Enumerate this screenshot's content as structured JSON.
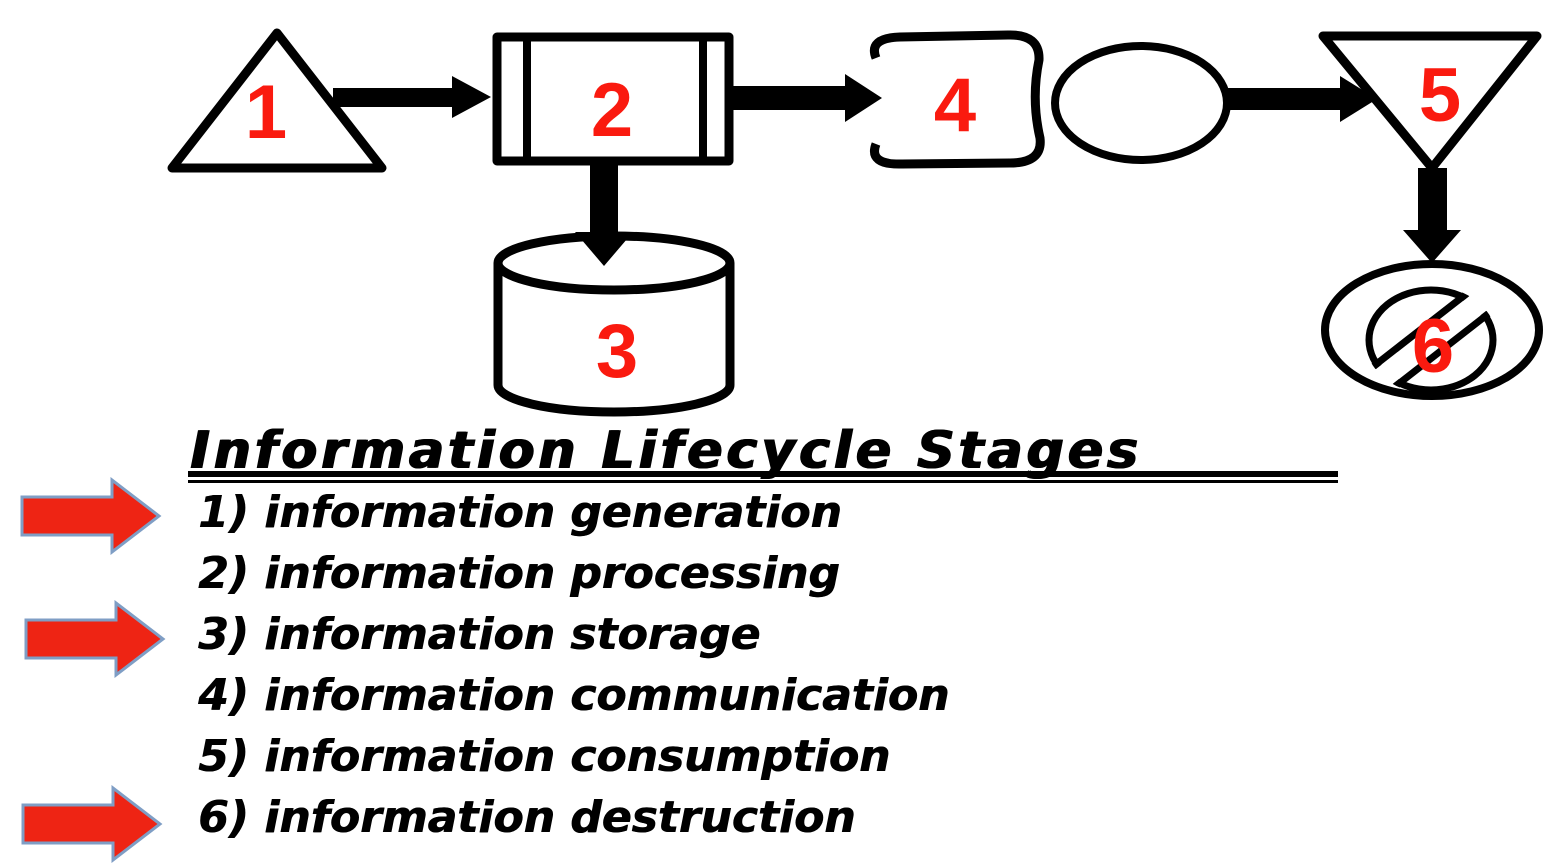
{
  "diagram": {
    "stroke_color": "#000000",
    "stage_number_color": "#fa1a0f",
    "stages": [
      {
        "number": "1",
        "shape": "triangle-up"
      },
      {
        "number": "2",
        "shape": "predefined-process-rectangle"
      },
      {
        "number": "3",
        "shape": "database-cylinder"
      },
      {
        "number": "4",
        "shape": "open-channel-with-ellipse"
      },
      {
        "number": "5",
        "shape": "inverted-triangle"
      },
      {
        "number": "6",
        "shape": "prohibition-circle"
      }
    ],
    "flow": [
      "1→2",
      "2→3",
      "2→4",
      "4→5",
      "5→6"
    ]
  },
  "legend": {
    "title": "Information Lifecycle Stages",
    "items": [
      {
        "label": "1) information generation",
        "highlighted": true
      },
      {
        "label": "2) information processing",
        "highlighted": false
      },
      {
        "label": "3) information storage",
        "highlighted": true
      },
      {
        "label": "4) information communication",
        "highlighted": false
      },
      {
        "label": "5) information consumption",
        "highlighted": false
      },
      {
        "label": "6) information destruction",
        "highlighted": true
      }
    ],
    "highlight_arrow": {
      "fill": "#ee2414",
      "border": "#7f9ec5"
    }
  }
}
